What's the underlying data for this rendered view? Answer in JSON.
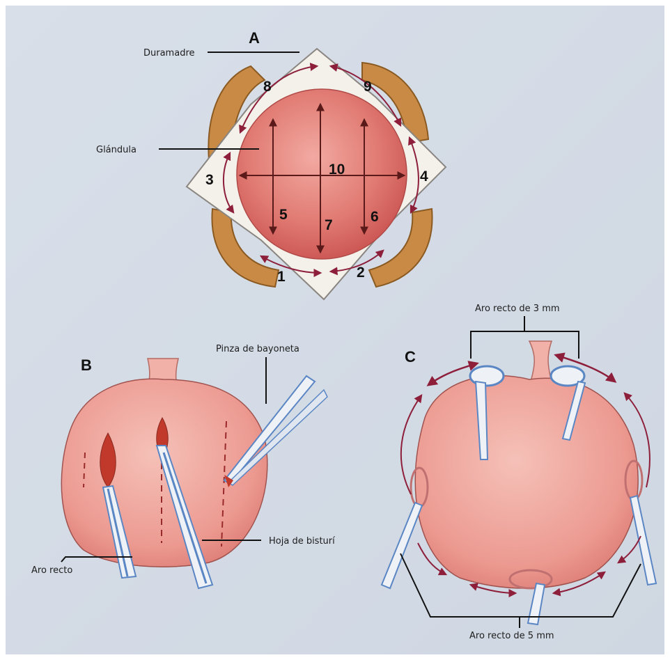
{
  "colors": {
    "background": "#d6dde7",
    "gland": "#d8655f",
    "gland_light": "#f0a9a1",
    "dura": "#f4f1ea",
    "bone": "#c98a45",
    "arrow": "#8d1f3b",
    "instrument_blue": "#5b86c4"
  },
  "panel_a": {
    "letter": "A",
    "labels": {
      "dura": "Duramadre",
      "gland": "Glándula"
    },
    "numbers": [
      "1",
      "2",
      "3",
      "4",
      "5",
      "6",
      "7",
      "8",
      "9",
      "10"
    ]
  },
  "panel_b": {
    "letter": "B",
    "labels": {
      "forceps": "Pinza de bayoneta",
      "blade": "Hoja de bisturí",
      "ring": "Aro recto"
    }
  },
  "panel_c": {
    "letter": "C",
    "labels": {
      "ring_3mm": "Aro recto de 3 mm",
      "ring_5mm": "Aro recto de 5 mm"
    }
  }
}
